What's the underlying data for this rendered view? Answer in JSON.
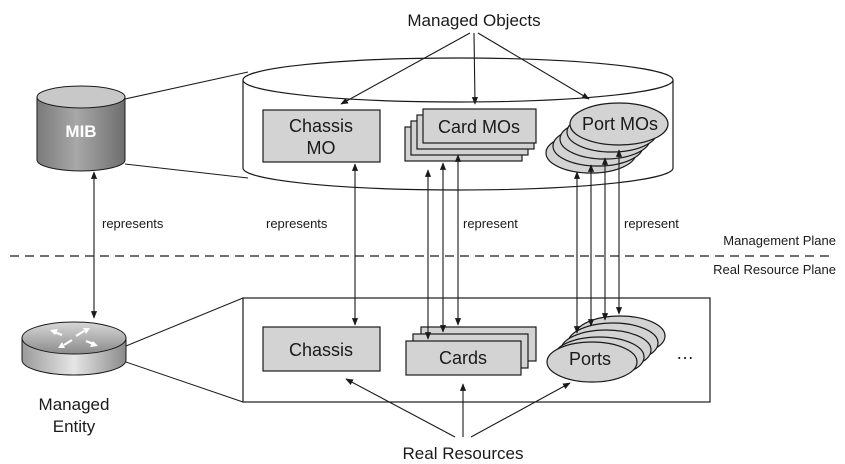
{
  "title_top": "Managed Objects",
  "title_bottom": "Real Resources",
  "mib": {
    "label": "MIB"
  },
  "managed_entity": {
    "label_line1": "Managed",
    "label_line2": "Entity"
  },
  "managed_objects": {
    "chassis_mo_line1": "Chassis",
    "chassis_mo_line2": "MO",
    "card_mos": "Card MOs",
    "port_mos": "Port MOs"
  },
  "real_resources": {
    "chassis": "Chassis",
    "cards": "Cards",
    "ports": "Ports",
    "ellipsis": "…"
  },
  "relations": {
    "mib_entity": "represents",
    "chassis": "represents",
    "cards": "represent",
    "ports": "represent"
  },
  "planes": {
    "management": "Management Plane",
    "real_resource": "Real Resource Plane"
  },
  "colors": {
    "box_fill": "#d3d3d3",
    "mib_fill": "#9a9a9a",
    "line": "#1a1a1a"
  }
}
